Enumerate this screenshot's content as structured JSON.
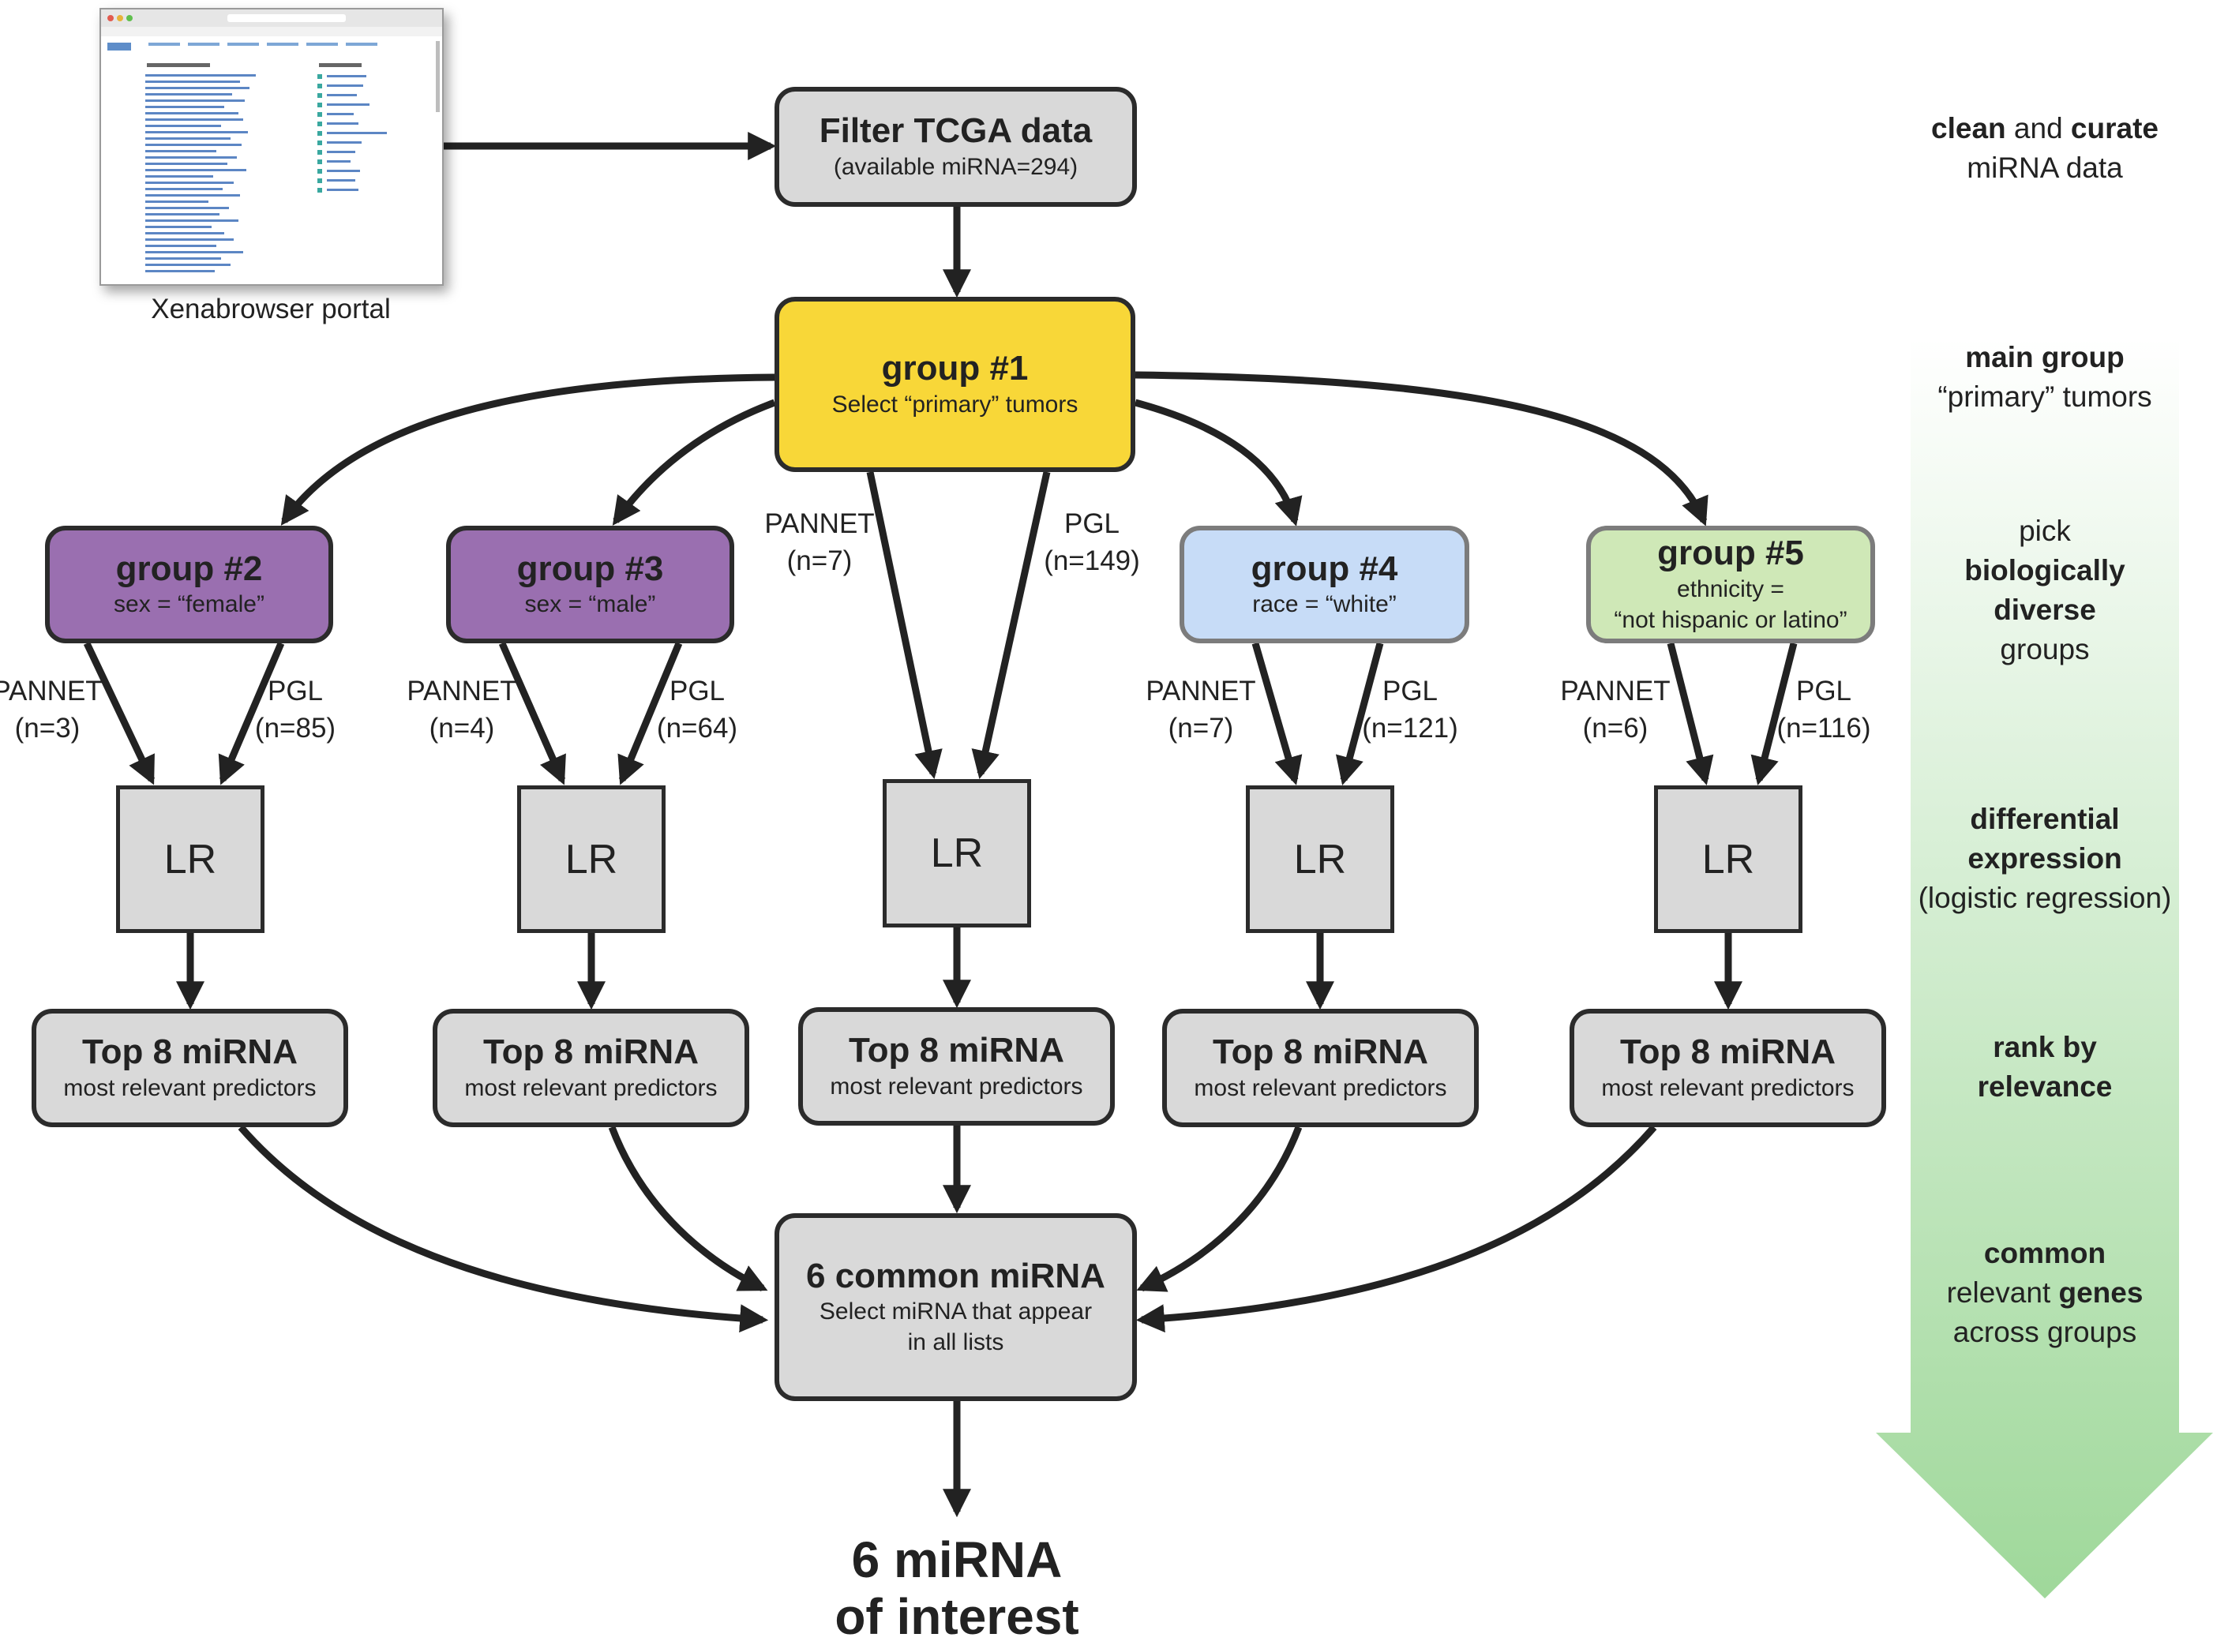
{
  "source": {
    "caption": "Xenabrowser portal"
  },
  "nodes": {
    "filter": {
      "title": "Filter TCGA data",
      "subtitle": "(available miRNA=294)"
    },
    "group1": {
      "title": "group #1",
      "subtitle": "Select “primary” tumors"
    },
    "group2": {
      "title": "group #2",
      "subtitle": "sex = “female”"
    },
    "group3": {
      "title": "group #3",
      "subtitle": "sex = “male”"
    },
    "group4": {
      "title": "group #4",
      "subtitle": "race = “white”"
    },
    "group5": {
      "title": "group #5",
      "subtitle_1": "ethnicity =",
      "subtitle_2": "“not hispanic or latino”"
    },
    "lr_label": "LR",
    "top8": {
      "title": "Top 8 miRNA",
      "subtitle": "most relevant predictors"
    },
    "common": {
      "title": "6 common miRNA",
      "subtitle_1": "Select miRNA that appear",
      "subtitle_2": "in all lists"
    },
    "final": {
      "line1": "6 miRNA",
      "line2": "of interest"
    }
  },
  "edge_labels": {
    "g1": {
      "pannet": "PANNET",
      "pannet_n": "(n=7)",
      "pgl": "PGL",
      "pgl_n": "(n=149)"
    },
    "g2": {
      "pannet": "PANNET",
      "pannet_n": "(n=3)",
      "pgl": "PGL",
      "pgl_n": "(n=85)"
    },
    "g3": {
      "pannet": "PANNET",
      "pannet_n": "(n=4)",
      "pgl": "PGL",
      "pgl_n": "(n=64)"
    },
    "g4": {
      "pannet": "PANNET",
      "pannet_n": "(n=7)",
      "pgl": "PGL",
      "pgl_n": "(n=121)"
    },
    "g5": {
      "pannet": "PANNET",
      "pannet_n": "(n=6)",
      "pgl": "PGL",
      "pgl_n": "(n=116)"
    }
  },
  "stages": {
    "s1": {
      "bold": "clean",
      "mid": " and ",
      "bold2": "curate",
      "line2": "miRNA data"
    },
    "s2": {
      "line1": "main group",
      "line2": "“primary” tumors"
    },
    "s3": {
      "line1": "pick",
      "line2": "biologically",
      "line3": "diverse",
      "line4": "groups"
    },
    "s4": {
      "line1": "differential",
      "line2": "expression",
      "line3": "(logistic regression)"
    },
    "s5": {
      "line1": "rank by",
      "line2": "relevance"
    },
    "s6": {
      "line1": "common",
      "line2a": "relevant ",
      "line2b": "genes",
      "line3": "across groups"
    }
  },
  "colors": {
    "group1": "#f8d738",
    "group_sex": "#9a6fb0",
    "group_race": "#c7dcf7",
    "group_ethnicity": "#cfe8b7",
    "node": "#d9d9d9",
    "stage_arrow": "#9fd89a"
  }
}
